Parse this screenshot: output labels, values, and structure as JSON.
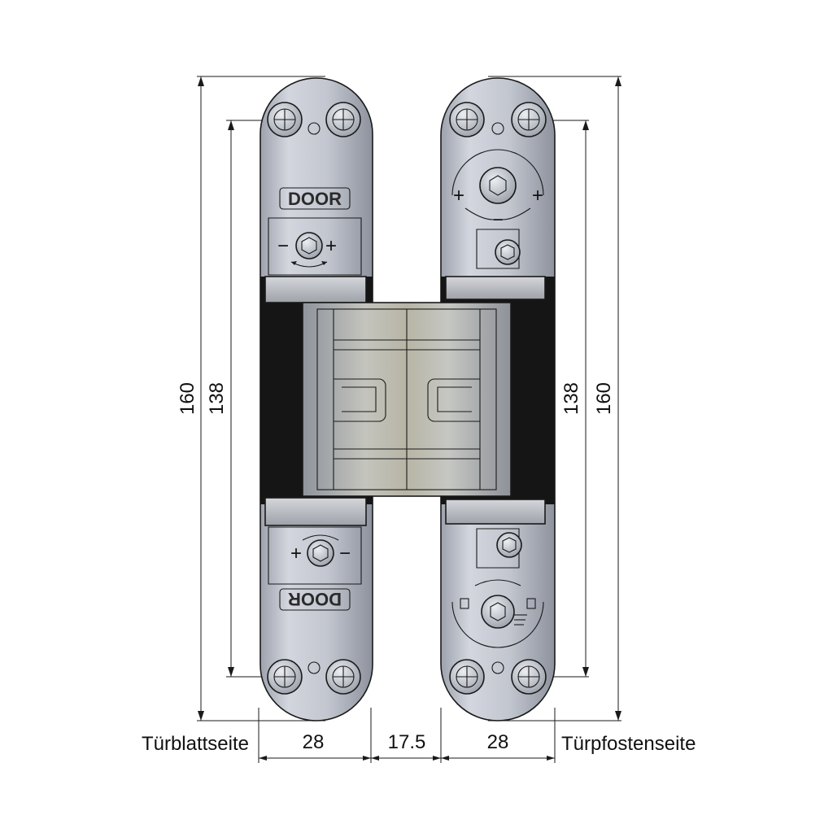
{
  "dimensions": {
    "left_height_outer": "160",
    "left_height_inner": "138",
    "right_height_inner": "138",
    "right_height_outer": "160",
    "width_left_leaf": "28",
    "width_gap": "17.5",
    "width_right_leaf": "28"
  },
  "labels": {
    "left_side": "Türblattseite",
    "right_side": "Türpfostenseite"
  },
  "plate_marks": {
    "top_left_stamp": "DOOR",
    "bottom_left_stamp": "DOOR",
    "minus": "−",
    "plus": "+"
  },
  "colors": {
    "steel_light": "#c9cdd6",
    "steel_mid": "#a9aeb8",
    "steel_dark": "#7c8290",
    "shadow": "#151515",
    "bronze_tint": "#b9b6a6"
  }
}
